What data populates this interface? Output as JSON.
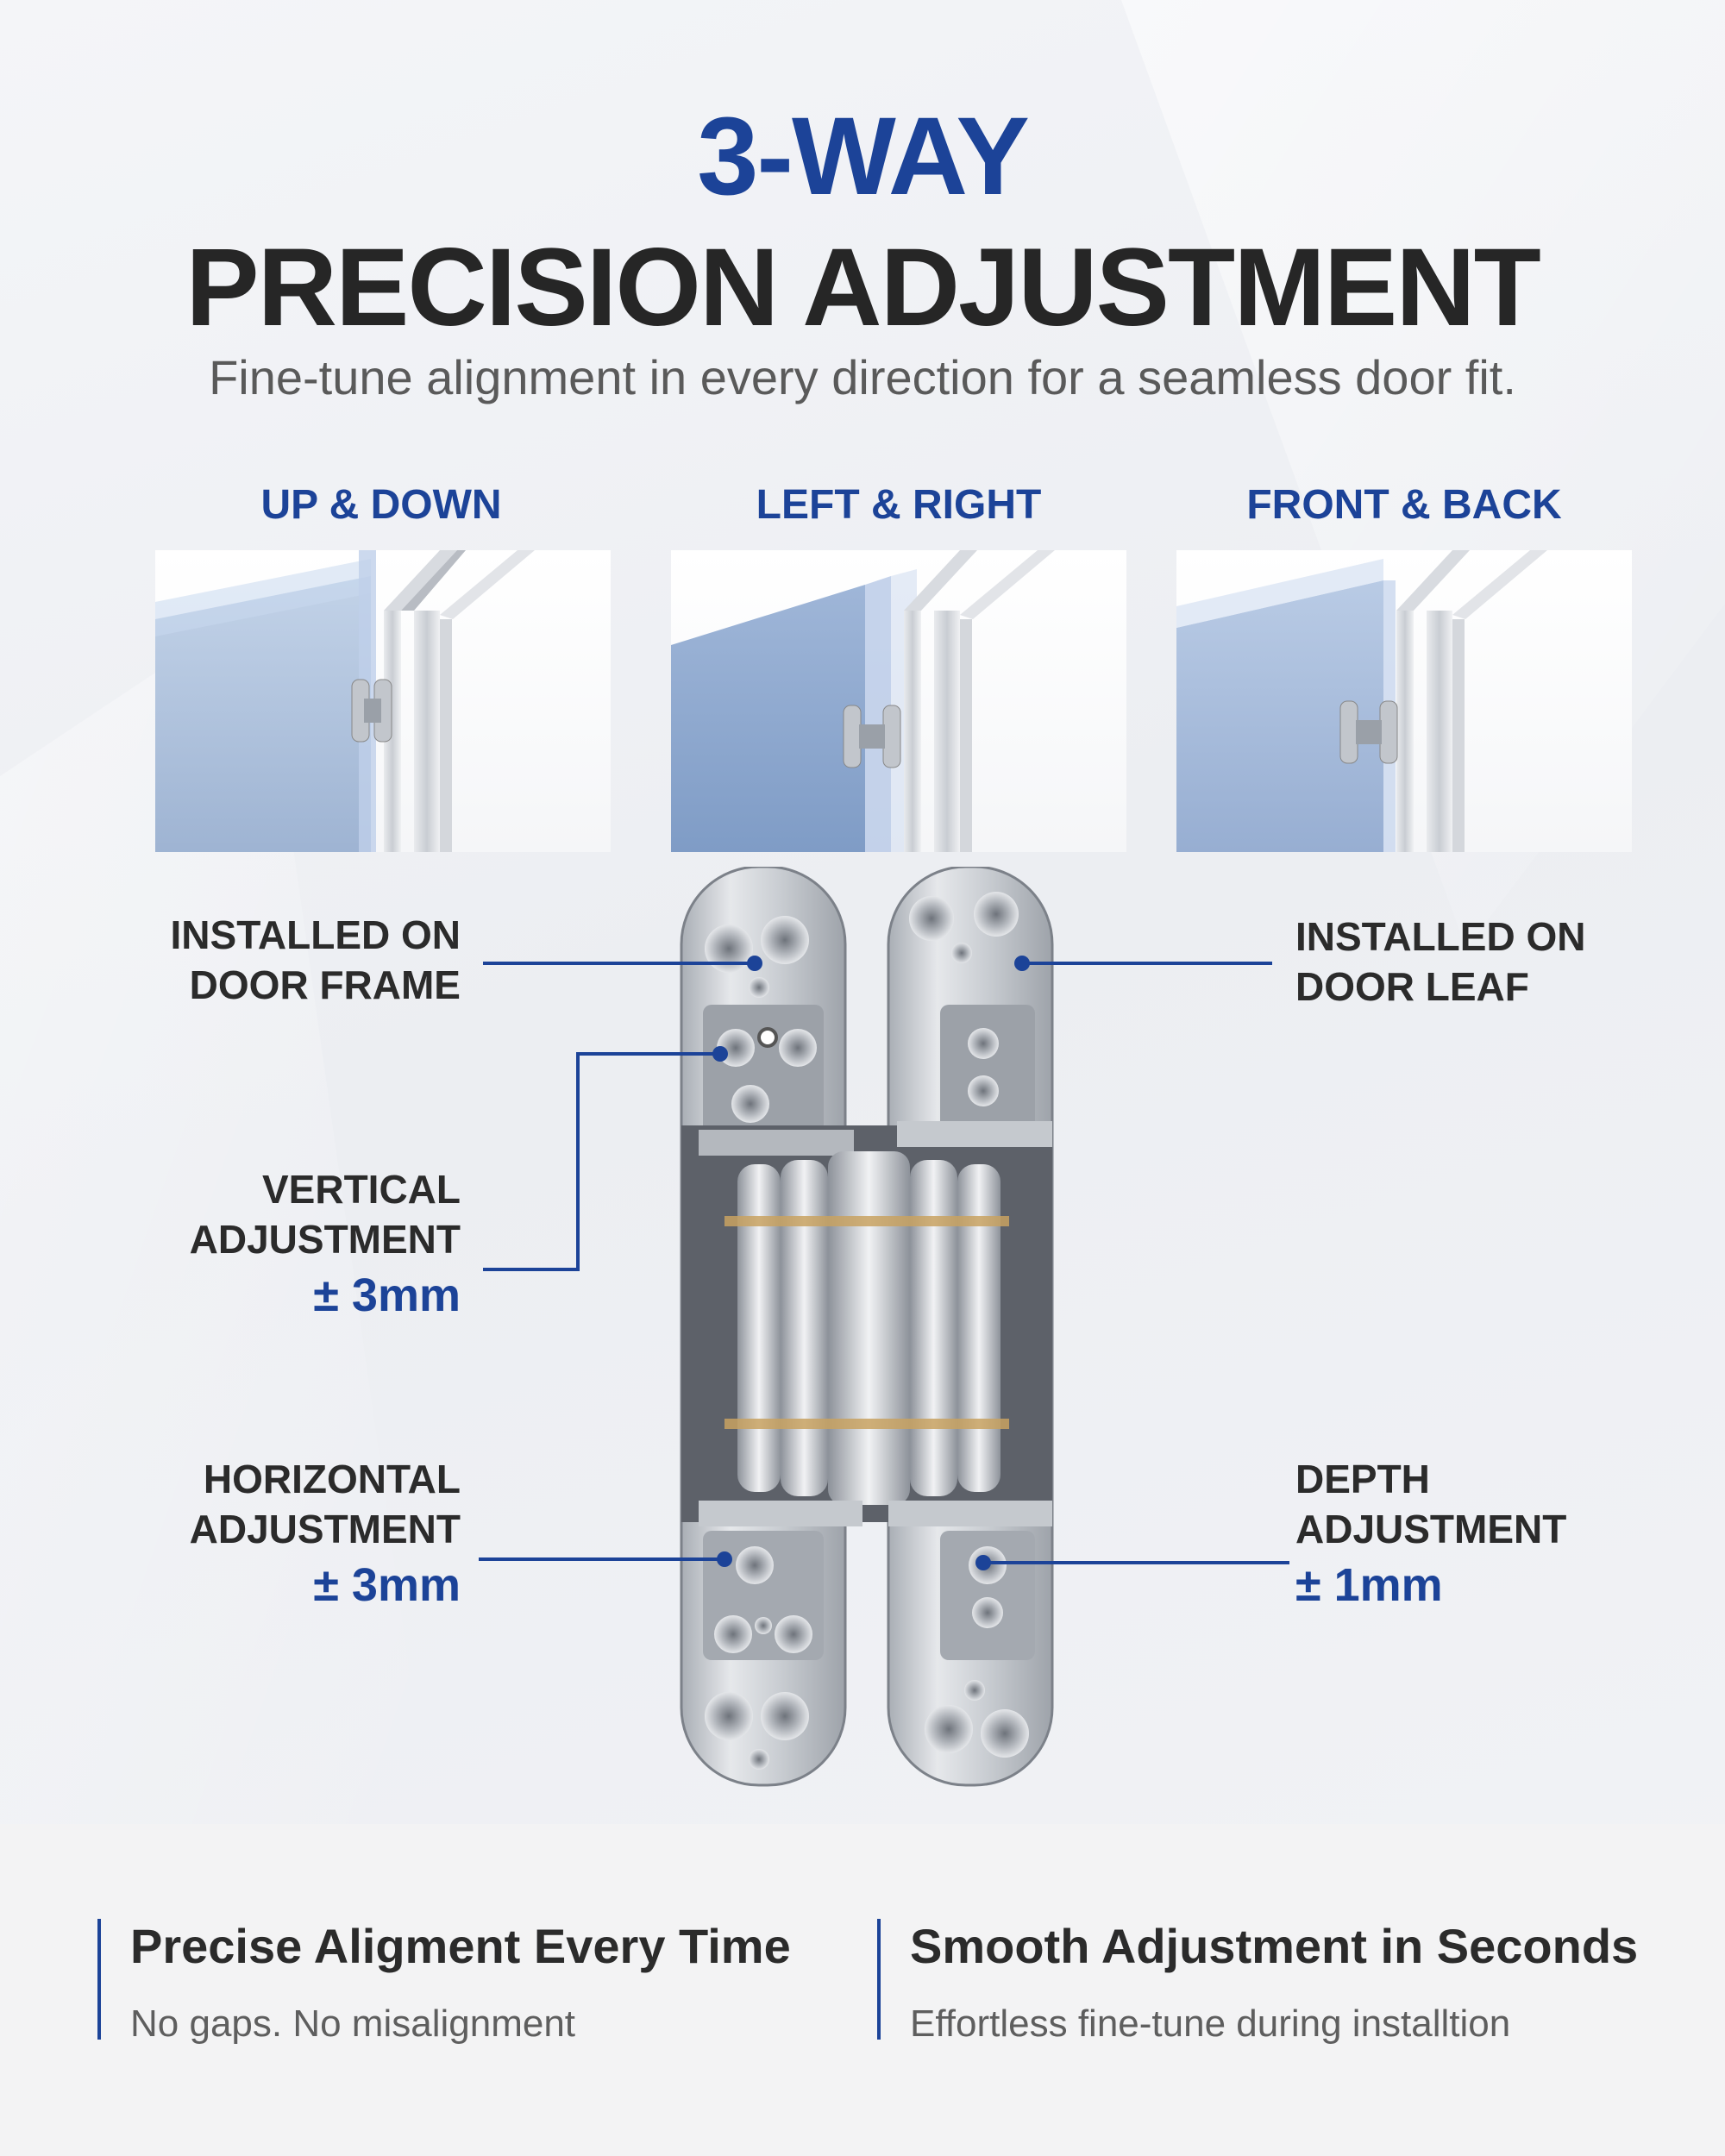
{
  "header": {
    "title_accent": "3-WAY",
    "title_main": "PRECISION ADJUSTMENT",
    "subtitle": "Fine-tune alignment in every direction for a seamless door fit."
  },
  "directions": [
    {
      "label": "UP & DOWN"
    },
    {
      "label": "LEFT & RIGHT"
    },
    {
      "label": "FRONT & BACK"
    }
  ],
  "callouts": {
    "door_frame": {
      "line1": "INSTALLED ON",
      "line2": "DOOR FRAME"
    },
    "door_leaf": {
      "line1": "INSTALLED ON",
      "line2": "DOOR LEAF"
    },
    "vertical": {
      "line1": "VERTICAL",
      "line2": "ADJUSTMENT",
      "value": "± 3mm"
    },
    "horizontal": {
      "line1": "HORIZONTAL",
      "line2": "ADJUSTMENT",
      "value": "± 3mm"
    },
    "depth": {
      "line1": "DEPTH",
      "line2": "ADJUSTMENT",
      "value": "± 1mm"
    }
  },
  "features": [
    {
      "title": "Precise Aligment Every Time",
      "desc": "No gaps. No misalignment"
    },
    {
      "title": "Smooth Adjustment in Seconds",
      "desc": "Effortless fine-tune during installtion"
    }
  ],
  "colors": {
    "accent": "#1c4398",
    "text_dark": "#262626",
    "text_muted": "#5a5a5a",
    "door_blue": "#9fb6d6",
    "hinge_silver": "#c8ccd2"
  },
  "icons": {
    "product": "concealed-hinge-illustration",
    "scene": "door-frame-illustration"
  }
}
